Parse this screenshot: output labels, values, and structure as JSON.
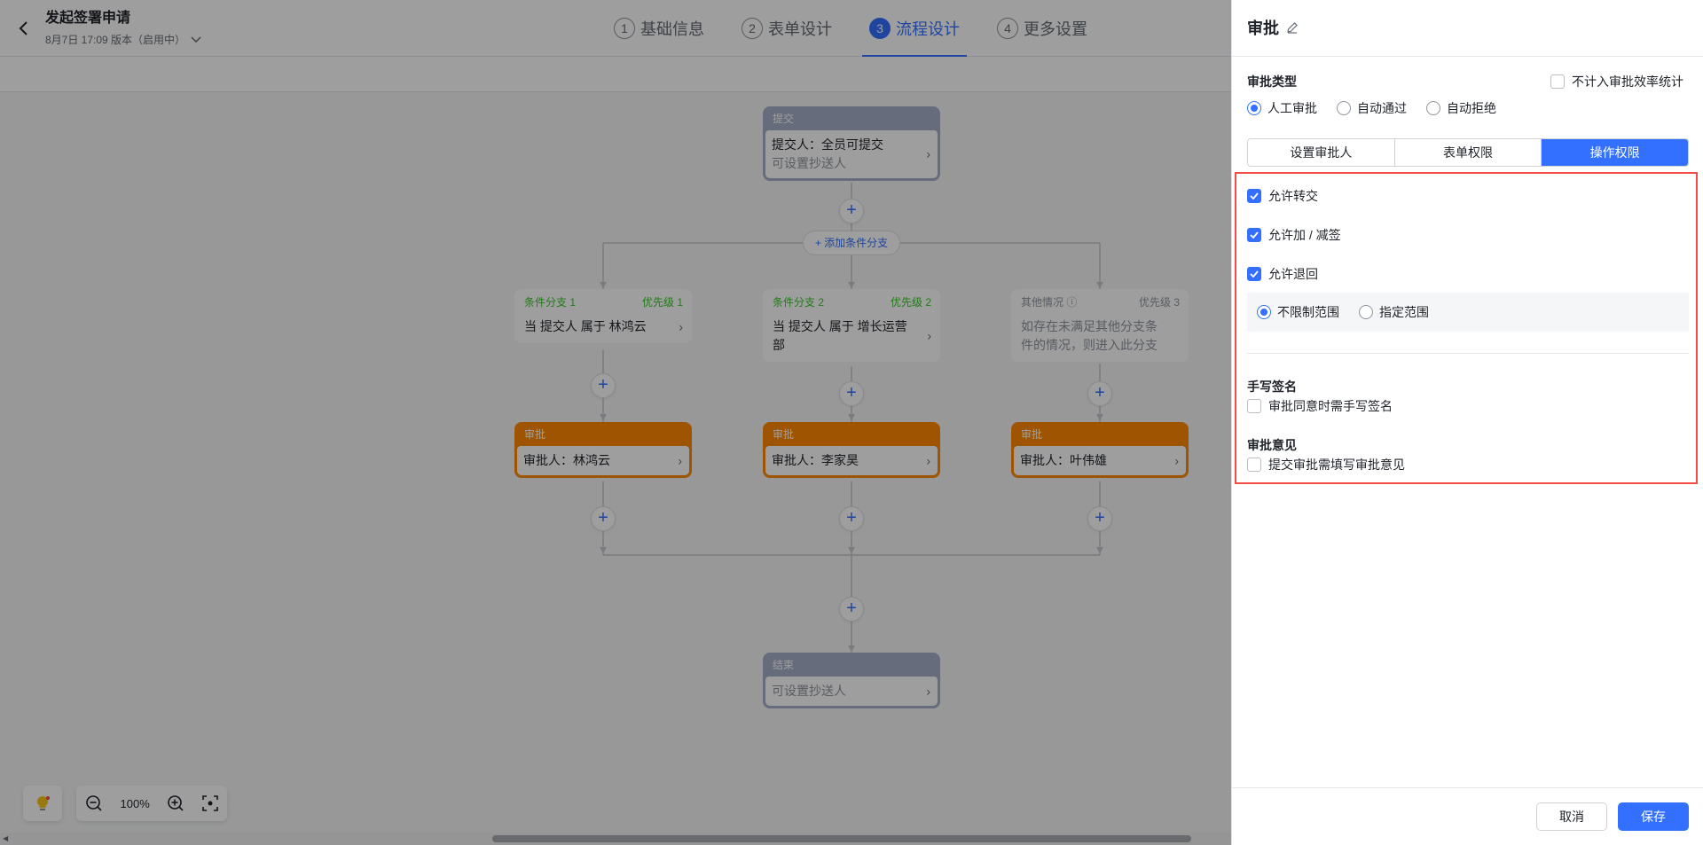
{
  "header": {
    "title": "发起签署申请",
    "version": "8月7日 17:09 版本（启用中）",
    "steps": [
      {
        "num": "1",
        "label": "基础信息"
      },
      {
        "num": "2",
        "label": "表单设计"
      },
      {
        "num": "3",
        "label": "流程设计"
      },
      {
        "num": "4",
        "label": "更多设置"
      }
    ]
  },
  "flow": {
    "start": {
      "header": "提交",
      "line1": "提交人：全员可提交",
      "line2": "可设置抄送人"
    },
    "add_condition": "+ 添加条件分支",
    "branches": [
      {
        "name": "条件分支 1",
        "priority": "优先级 1",
        "condition": "当 提交人 属于 林鸿云",
        "approval_header": "审批",
        "approver": "审批人：林鸿云"
      },
      {
        "name": "条件分支 2",
        "priority": "优先级 2",
        "condition": "当 提交人 属于 增长运营部",
        "approval_header": "审批",
        "approver": "审批人：李家昊"
      },
      {
        "name": "其他情况",
        "priority": "优先级 3",
        "condition": "如存在未满足其他分支条件的情况，则进入此分支",
        "approval_header": "审批",
        "approver": "审批人：叶伟雄"
      }
    ],
    "end": {
      "header": "结束",
      "line1": "可设置抄送人"
    },
    "plus": "+"
  },
  "zoom": {
    "level": "100%"
  },
  "panel": {
    "title": "审批",
    "type_label": "审批类型",
    "exclude_stats": "不计入审批效率统计",
    "types": [
      "人工审批",
      "自动通过",
      "自动拒绝"
    ],
    "tabs": [
      "设置审批人",
      "表单权限",
      "操作权限"
    ],
    "permissions": {
      "transfer": "允许转交",
      "add_sign": "允许加 / 减签",
      "return": "允许退回",
      "range_unlimited": "不限制范围",
      "range_specified": "指定范围"
    },
    "signature_label": "手写签名",
    "signature_option": "审批同意时需手写签名",
    "opinion_label": "审批意见",
    "opinion_option": "提交审批需填写审批意见",
    "cancel": "取消",
    "save": "保存"
  }
}
